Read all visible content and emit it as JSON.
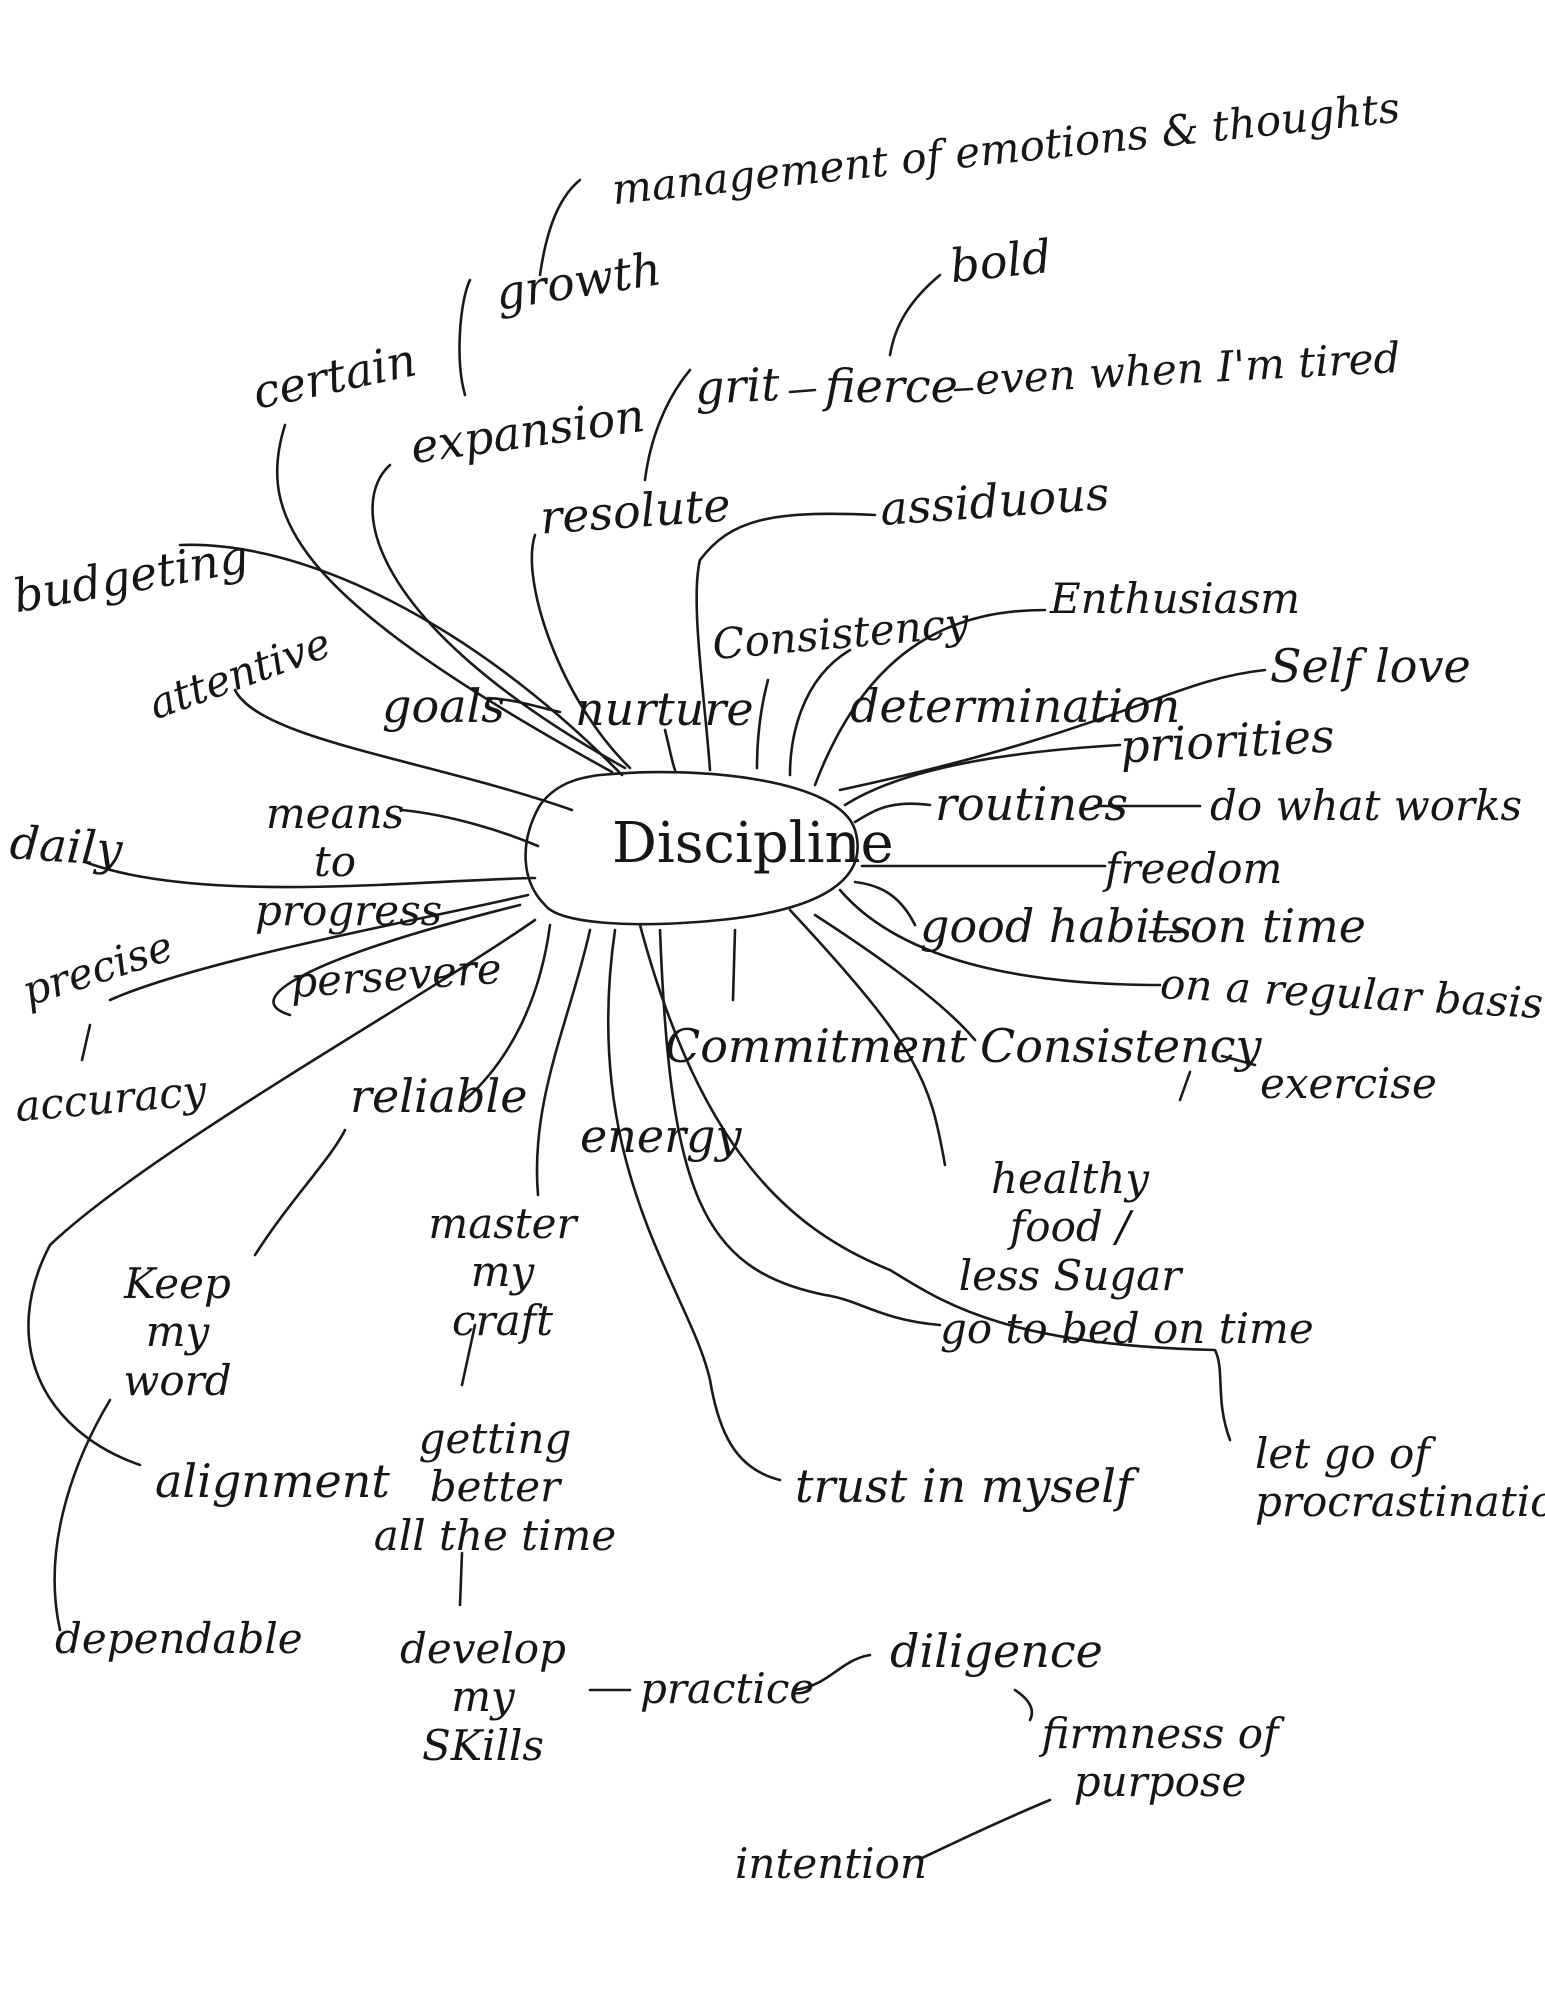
{
  "center": "Discipline",
  "nodes": {
    "management": "management of emotions & thoughts",
    "growth": "growth",
    "bold": "bold",
    "certain": "certain",
    "expansion": "expansion",
    "grit": "grit",
    "fierce": "fierce",
    "even_tired": "even when I'm tired",
    "resolute": "resolute",
    "assiduous": "assiduous",
    "budgeting": "budgeting",
    "consistency_top": "Consistency",
    "enthusiasm": "Enthusiasm",
    "attentive": "attentive",
    "self_love": "Self love",
    "goals": "goals",
    "nurture": "nurture",
    "determination": "determination",
    "priorities": "priorities",
    "means_line1": "means to",
    "means_line2": "progress",
    "routines": "routines",
    "do_what_works": "do what works",
    "daily": "daily",
    "freedom": "freedom",
    "good_habits": "good habits",
    "on_time": "on time",
    "precise": "precise",
    "persevere": "persevere",
    "regular_basis": "on a regular basis",
    "commitment": "Commitment",
    "consistency_right": "Consistency",
    "exercise": "exercise",
    "accuracy": "accuracy",
    "reliable": "reliable",
    "energy": "energy",
    "healthy_line1": "healthy food /",
    "healthy_line2": "less Sugar",
    "master_line1": "master my",
    "master_line2": "craft",
    "keep_line1": "Keep my",
    "keep_line2": "word",
    "go_to_bed": "go to bed on time",
    "alignment": "alignment",
    "getting_line1": "getting better",
    "getting_line2": "all the time",
    "trust": "trust in myself",
    "let_go_line1": "let go of",
    "let_go_line2": "procrastination",
    "dependable": "dependable",
    "develop_line1": "develop my",
    "develop_line2": "SKills",
    "practice": "practice",
    "diligence": "diligence",
    "firmness_line1": "firmness of",
    "firmness_line2": "purpose",
    "intention": "intention"
  }
}
